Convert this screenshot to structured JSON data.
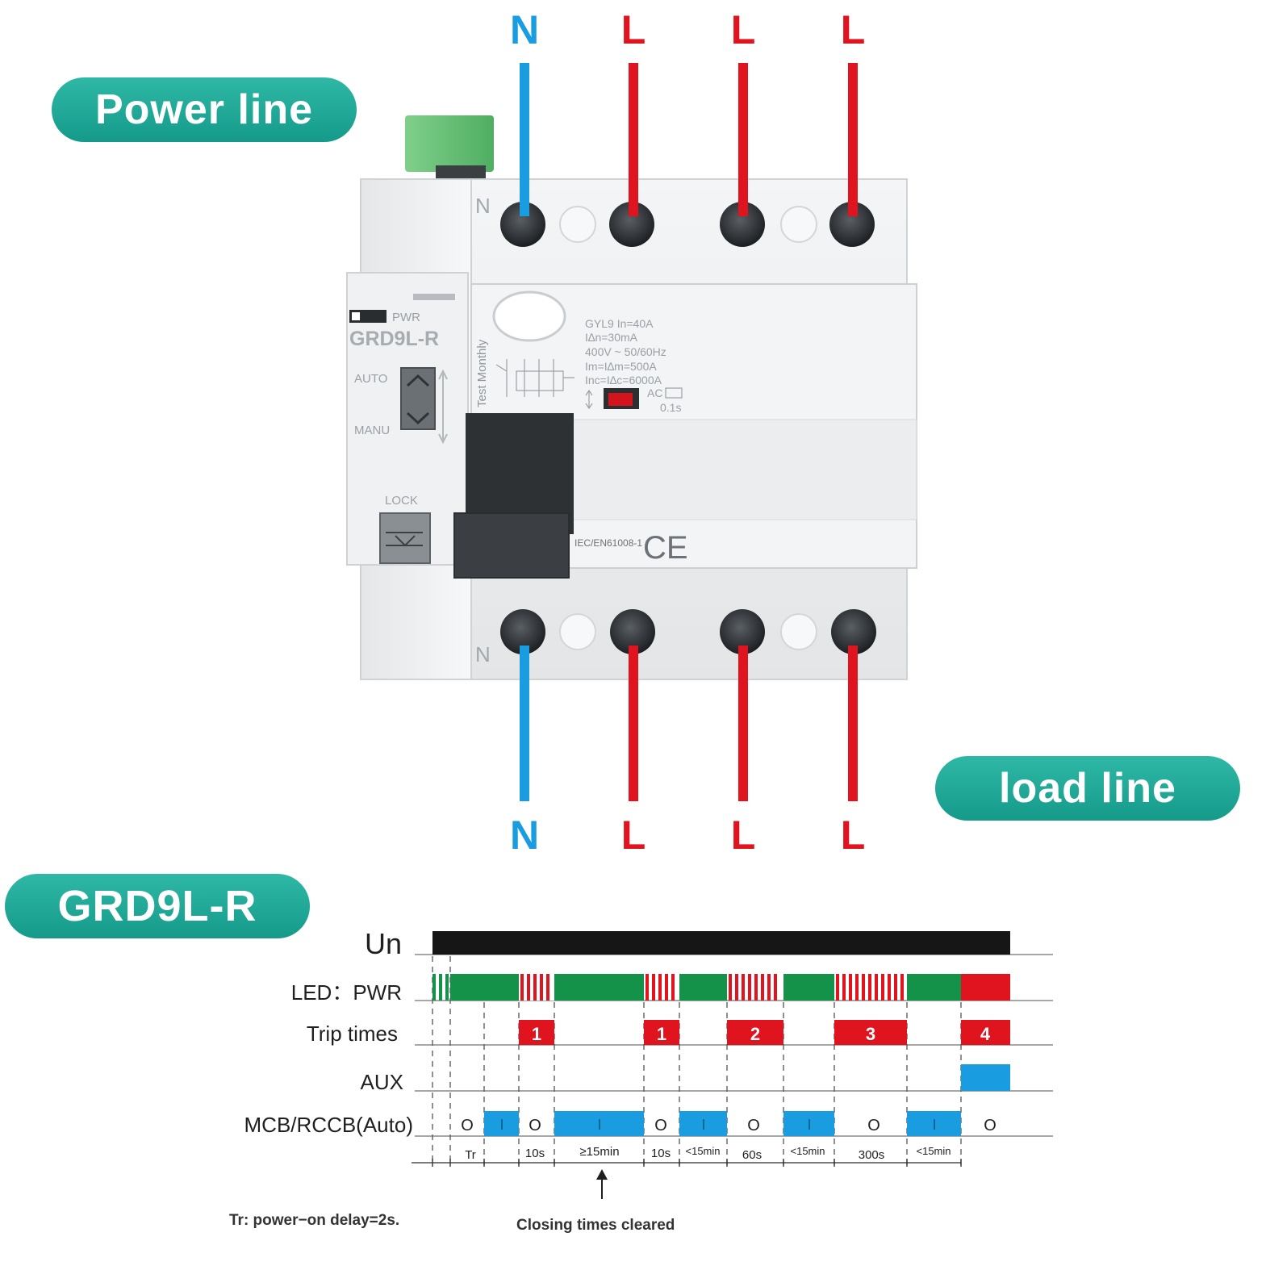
{
  "labels": {
    "power_line": "Power line",
    "load_line": "load line",
    "model_title": "GRD9L-R"
  },
  "terminals": {
    "top": [
      "N",
      "L",
      "L",
      "L"
    ],
    "bottom": [
      "N",
      "L",
      "L",
      "L"
    ]
  },
  "device": {
    "pwr_label": "PWR",
    "model": "GRD9L-R",
    "auto": "AUTO",
    "manu": "MANU",
    "lock": "LOCK",
    "test_label": "Test Monthly",
    "n_mark": "N",
    "spec_lines": [
      "GYL9   In=40A",
      "I∆n=30mA",
      "400V ~ 50/60Hz",
      "Im=I∆m=500A",
      "Inc=I∆c=6000A"
    ],
    "ac_label": "AC",
    "time_label": "0.1s",
    "standard": "IEC/EN61008-1",
    "ce": "CE"
  },
  "timing": {
    "rows": [
      "Un",
      "LED：PWR",
      "Trip  times",
      "AUX",
      "MCB/RCCB(Auto)"
    ],
    "trip_counts": [
      "1",
      "1",
      "2",
      "3",
      "4"
    ],
    "state_on": "I",
    "state_off": "O",
    "intervals": [
      "Tr",
      "10s",
      "≥15min",
      "10s",
      "<15min",
      "60s",
      "<15min",
      "300s",
      "<15min"
    ],
    "footnote_tr": "Tr: power−on delay=2s.",
    "footnote_cleared": "Closing times cleared"
  },
  "colors": {
    "teal": "#1fa898",
    "neutral_wire": "#1a9de0",
    "line_wire": "#e0141e",
    "led_green": "#14924a",
    "trip_red": "#e0141e",
    "state_blue": "#1a9de0"
  }
}
